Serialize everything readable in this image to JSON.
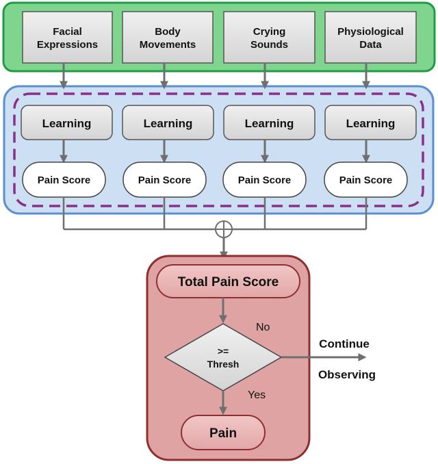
{
  "inputs": [
    {
      "line1": "Facial",
      "line2": "Expressions"
    },
    {
      "line1": "Body",
      "line2": "Movements"
    },
    {
      "line1": "Crying",
      "line2": "Sounds"
    },
    {
      "line1": "Physiological",
      "line2": "Data"
    }
  ],
  "learners": [
    {
      "label": "Learning"
    },
    {
      "label": "Learning"
    },
    {
      "label": "Learning"
    },
    {
      "label": "Learning"
    }
  ],
  "scores": [
    {
      "label": "Pain Score"
    },
    {
      "label": "Pain Score"
    },
    {
      "label": "Pain Score"
    },
    {
      "label": "Pain Score"
    }
  ],
  "decision": {
    "total_label": "Total Pain Score",
    "condition_line1": ">=",
    "condition_line2": "Thresh",
    "no_label": "No",
    "yes_label": "Yes",
    "continue_line1": "Continue",
    "continue_line2": "Observing",
    "outcome_label": "Pain"
  },
  "colors": {
    "input_panel": "#7fd48e",
    "input_panel_border": "#1f9b45",
    "learning_panel": "#cddff3",
    "learning_panel_border": "#5b8fcf",
    "dashed_border": "#8a2f8a",
    "decision_panel": "#e0a3a3",
    "decision_panel_border": "#8e2f2f",
    "box_fill": "#e6e6e6",
    "arrow": "#6f6f6f"
  }
}
